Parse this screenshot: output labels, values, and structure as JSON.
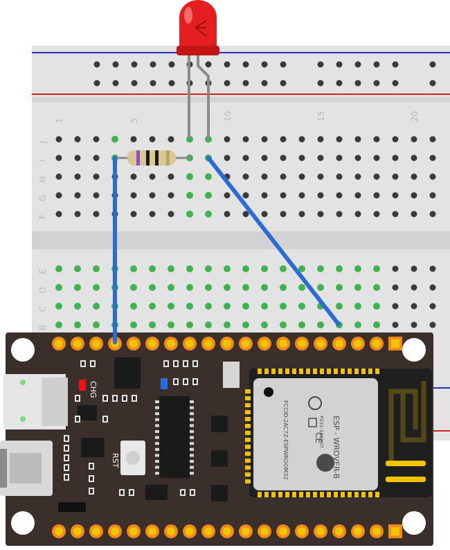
{
  "breadboard": {
    "row_letters_top": [
      "J",
      "I",
      "H",
      "G",
      "F"
    ],
    "row_letters_bottom": [
      "E",
      "D",
      "C",
      "B"
    ],
    "column_numbers": [
      "1",
      "5",
      "10",
      "15",
      "20"
    ],
    "colors": {
      "body": "#e3e3e3",
      "hole": "#3a3a3a",
      "active_hole": "#3fb34f",
      "rail_red": "#d11f1f",
      "rail_blue": "#2030b8"
    }
  },
  "led": {
    "color": "#e51f1f"
  },
  "resistor": {
    "bands": [
      "#9b4ad0",
      "#1a1a1a",
      "#1a1a1a",
      "#b8a070"
    ]
  },
  "wires": {
    "color": "#2b6bd6"
  },
  "board": {
    "chg_label": "CHG",
    "rst_label": "RST",
    "colors": {
      "pcb": "#3a2f2b",
      "pin": "#f5c400",
      "pin_ring": "#f08a1a"
    }
  },
  "module": {
    "name": "ESP - WROVER-B",
    "fcc_line": "FCCID:2AC7Z-ESPWROOM32",
    "code_line": "P231-16E007",
    "colors": {
      "shield": "#d2d2d2",
      "base": "#1f1f1f",
      "antenna": "#f1c200"
    }
  }
}
